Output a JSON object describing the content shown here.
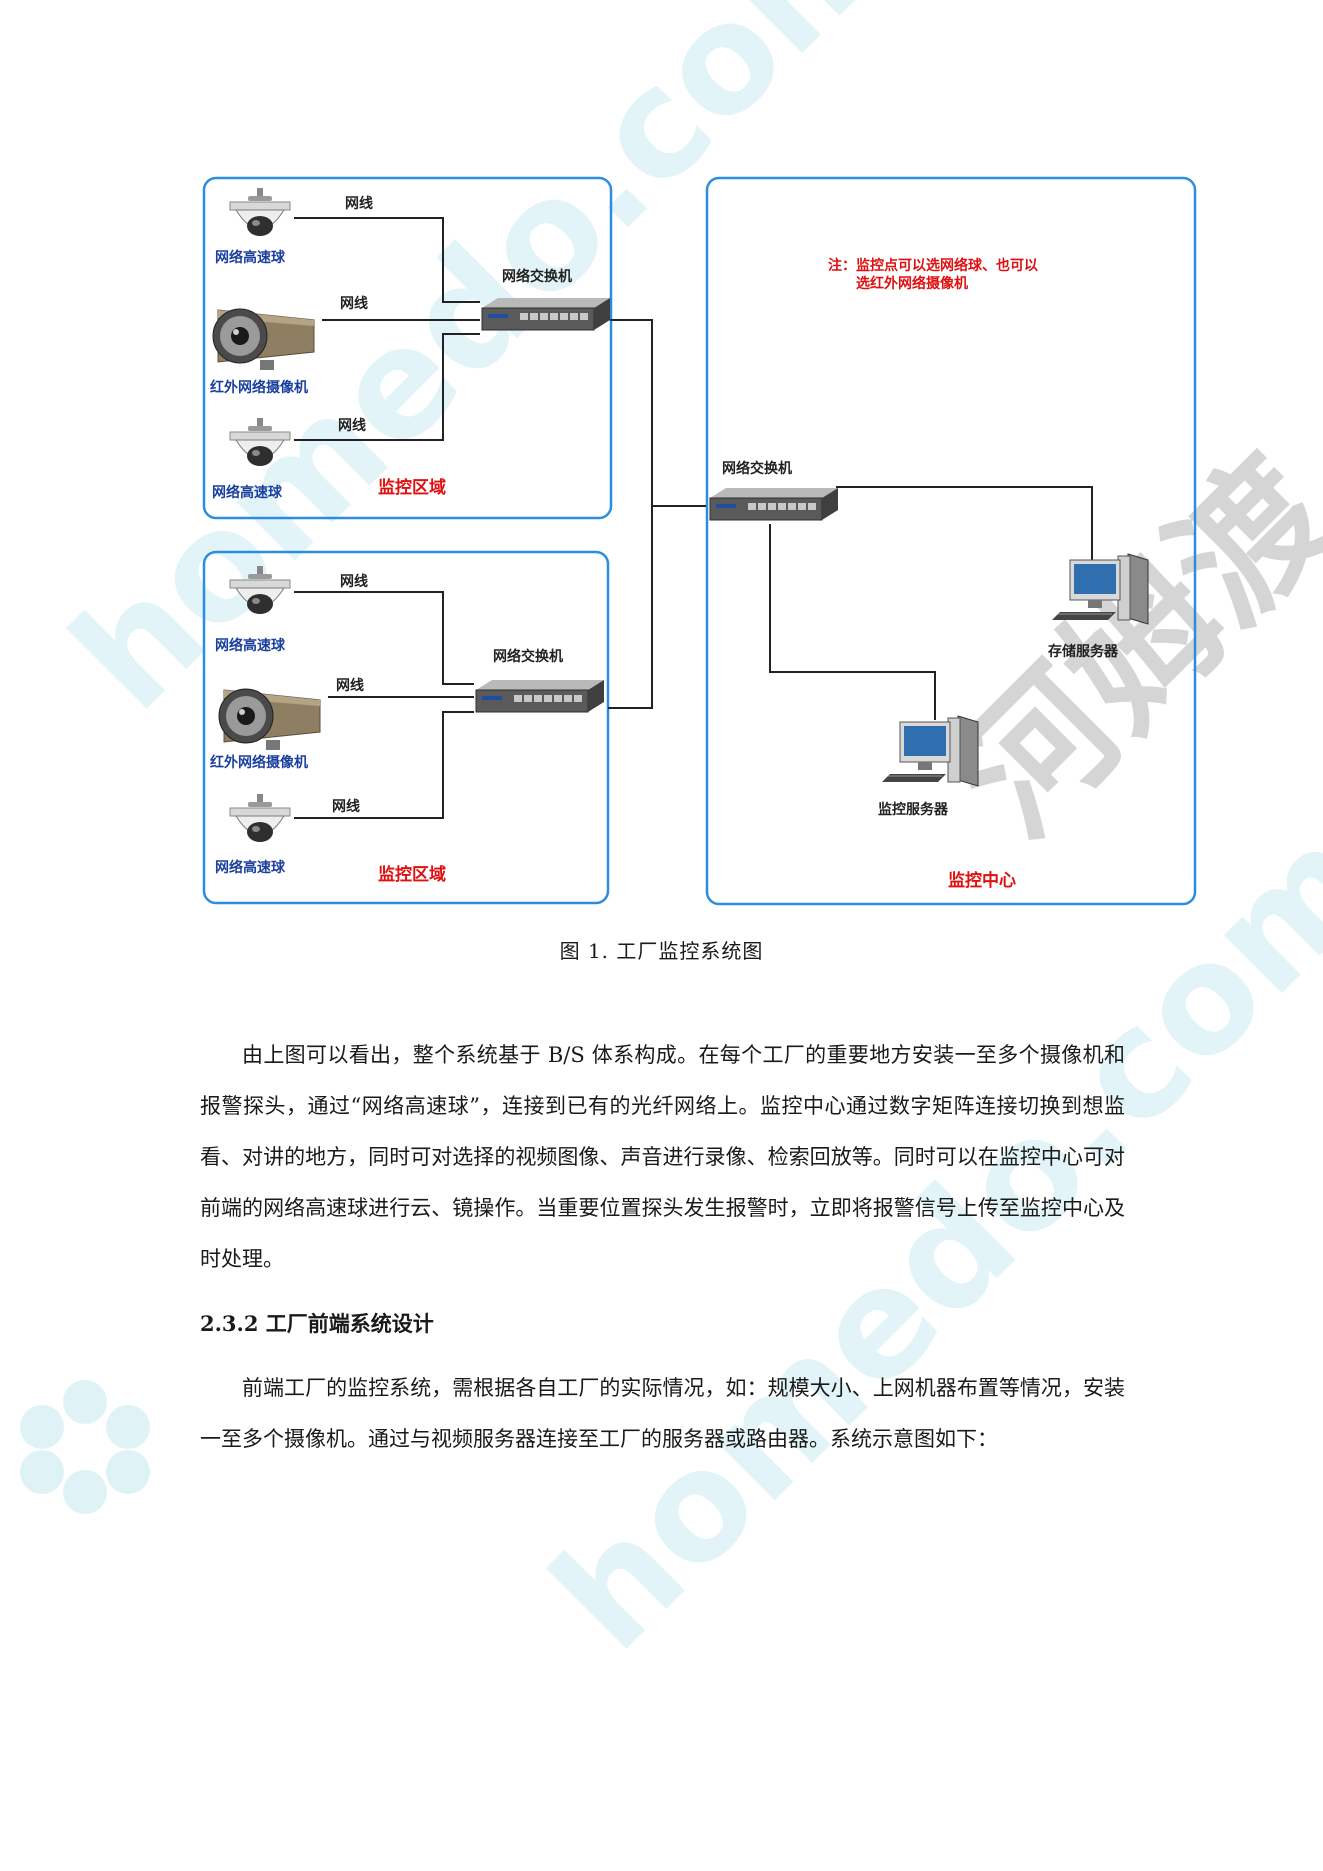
{
  "diagram": {
    "zones": [
      {
        "zone_label": "监控区域",
        "devices": [
          {
            "type": "dome",
            "label": "网络高速球",
            "cable": "网线"
          },
          {
            "type": "bullet",
            "label": "红外网络摄像机",
            "cable": "网线"
          },
          {
            "type": "dome",
            "label": "网络高速球",
            "cable": "网线"
          }
        ],
        "switch_label": "网络交换机"
      },
      {
        "zone_label": "监控区域",
        "devices": [
          {
            "type": "dome",
            "label": "网络高速球",
            "cable": "网线"
          },
          {
            "type": "bullet",
            "label": "红外网络摄像机",
            "cable": "网线"
          },
          {
            "type": "dome",
            "label": "网络高速球",
            "cable": "网线"
          }
        ],
        "switch_label": "网络交换机"
      }
    ],
    "center": {
      "note_line1": "注：监控点可以选网络球、也可以",
      "note_line2": "选红外网络摄像机",
      "switch_label": "网络交换机",
      "storage_server": "存储服务器",
      "monitor_server": "监控服务器",
      "center_label": "监控中心"
    },
    "caption": "图 1.  工厂监控系统图"
  },
  "body": {
    "para1": "由上图可以看出，整个系统基于 B/S 体系构成。在每个工厂的重要地方安装一至多个摄像机和报警探头，通过“网络高速球”，连接到已有的光纤网络上。监控中心通过数字矩阵连接切换到想监看、对讲的地方，同时可对选择的视频图像、声音进行录像、检索回放等。同时可以在监控中心可对前端的网络高速球进行云、镜操作。当重要位置探头发生报警时，立即将报警信号上传至监控中心及时处理。",
    "heading": "2.3.2 工厂前端系统设计",
    "para2": "前端工厂的监控系统，需根据各自工厂的实际情况，如：规模大小、上网机器布置等情况，安装一至多个摄像机。通过与视频服务器连接至工厂的服务器或路由器。系统示意图如下："
  },
  "watermark": {
    "latin": "homedo.com",
    "chinese": "河姆渡"
  },
  "colors": {
    "panel_border": "#2a8de0",
    "zone_label": "#e01010",
    "device_label": "#1a3f9e",
    "line": "#222222"
  }
}
